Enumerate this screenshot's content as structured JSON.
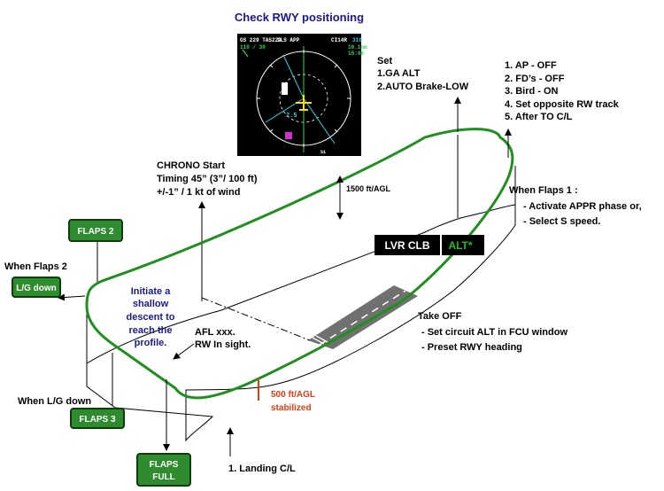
{
  "title": "Check RWY positioning",
  "nd": {
    "top_left": "GS 229 TAS229",
    "mode": "ILS APP",
    "ident": "CI14R",
    "freq": "310",
    "wind": "110 / 30",
    "dist": "10.1nm",
    "time": "15:46",
    "range_inner": "2.5",
    "tick_label": "S1"
  },
  "set_block": {
    "heading": "Set",
    "line1": "1.GA ALT",
    "line2": "2.AUTO Brake-LOW"
  },
  "after_takeoff_list": [
    "1. AP - OFF",
    "2. FD’s - OFF",
    "3. Bird - ON",
    "4. Set opposite RW track",
    "5. After TO C/L"
  ],
  "chrono": {
    "line1": "CHRONO Start",
    "line2": "Timing 45” (3”/ 100 ft)",
    "line3": "+/-1” / 1 kt of wind"
  },
  "altitude_label": "1500 ft/AGL",
  "flaps1": {
    "heading": "When Flaps 1 :",
    "item1": "- Activate APPR phase or,",
    "item2": "- Select S speed."
  },
  "fma": {
    "lateral": "LVR CLB",
    "vertical": "ALT*"
  },
  "flaps2_box": "FLAPS 2",
  "when_flaps2": "When Flaps 2",
  "lg_down_box": "L/G down",
  "descent": {
    "line1": "Initiate a",
    "line2": "shallow",
    "line3": "descent to",
    "line4": "reach the",
    "line5": "profile."
  },
  "afl": {
    "line1": "AFL xxx.",
    "line2": "RW In sight."
  },
  "takeoff": {
    "heading": "Take OFF",
    "item1": "- Set circuit ALT in FCU window",
    "item2": "- Preset RWY heading"
  },
  "when_lg_down": "When L/G down",
  "flaps3_box": "FLAPS 3",
  "stabilized": {
    "line1": "500 ft/AGL",
    "line2": "stabilized"
  },
  "flaps_full_box": {
    "line1": "FLAPS",
    "line2": "FULL"
  },
  "landing_cl": "1. Landing C/L",
  "colors": {
    "pattern": "#1f8f1f",
    "box_fill": "#2e8b2e",
    "box_border": "#0b3d0b",
    "title": "#1a1a8c",
    "descent_text": "#1a1a8c",
    "stabilized": "#e03c10",
    "fma_bg": "#000000",
    "fma_alt": "#21c021"
  }
}
